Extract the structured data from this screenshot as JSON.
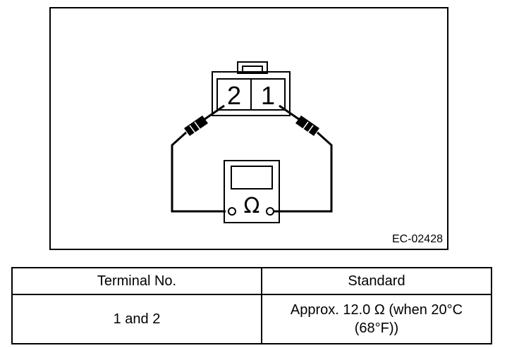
{
  "diagram": {
    "connector_terminals": [
      "2",
      "1"
    ],
    "meter_symbol": "Ω",
    "figure_code": "EC-02428"
  },
  "table": {
    "headers": [
      "Terminal No.",
      "Standard"
    ],
    "rows": [
      {
        "terminal": "1 and 2",
        "standard": "Approx. 12.0 Ω (when 20°C (68°F))"
      }
    ]
  }
}
